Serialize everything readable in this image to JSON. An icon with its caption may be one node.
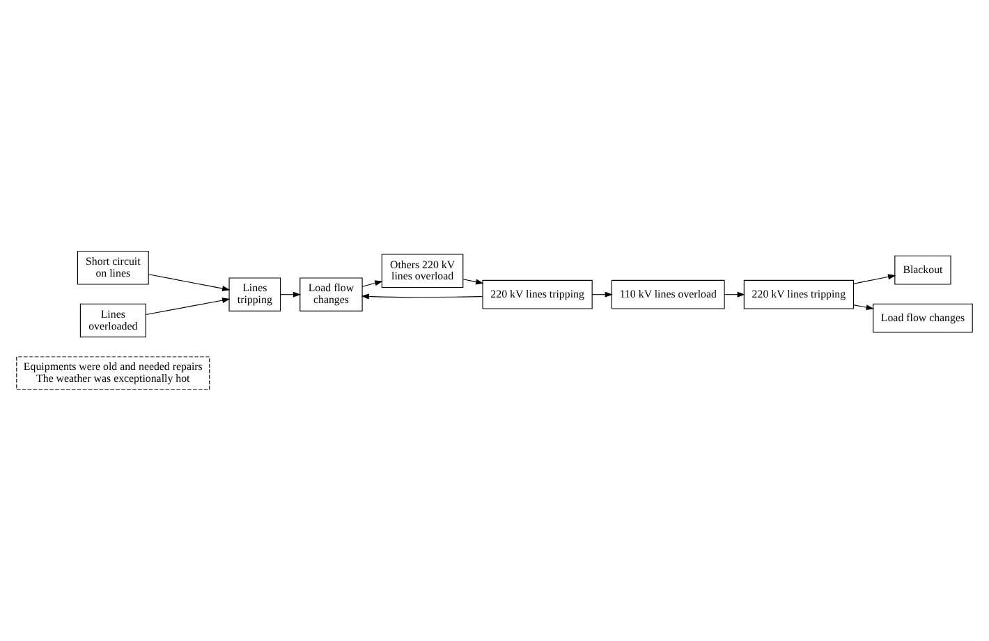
{
  "diagram": {
    "nodes": [
      {
        "text": [
          "Equipments were old and needed repairs",
          "The weather was exceptionally hot"
        ]
      },
      {
        "text": [
          "Short circuit on lines"
        ]
      },
      {
        "text": [
          "Lines overloaded"
        ]
      },
      {
        "text": [
          "Lines tripping"
        ]
      },
      {
        "text": [
          "Load flow changes"
        ]
      },
      {
        "text": [
          "Others 220 kV lines overload"
        ]
      },
      {
        "text": [
          "220 kV lines tripping"
        ]
      },
      {
        "text": [
          "110 kV lines overload"
        ]
      },
      {
        "text": [
          "220 kV lines tripping"
        ]
      },
      {
        "text": [
          "Blackout"
        ]
      },
      {
        "text": [
          "Load flow changes"
        ]
      }
    ],
    "edges": [
      {
        "from": 1,
        "to": 3,
        "arrow": "to"
      },
      {
        "from": 2,
        "to": 3,
        "arrow": "to"
      },
      {
        "from": 3,
        "to": 4,
        "arrow": "to"
      },
      {
        "from": 4,
        "to": 5,
        "arrow": "to"
      },
      {
        "from": 5,
        "to": 6,
        "arrow": "to"
      },
      {
        "from": 6,
        "to": 4,
        "arrow": "to"
      },
      {
        "from": 6,
        "to": 7,
        "arrow": "to"
      },
      {
        "from": 7,
        "to": 8,
        "arrow": "to"
      },
      {
        "from": 8,
        "to": 9,
        "arrow": "to"
      },
      {
        "from": 8,
        "to": 10,
        "arrow": "to"
      }
    ]
  }
}
